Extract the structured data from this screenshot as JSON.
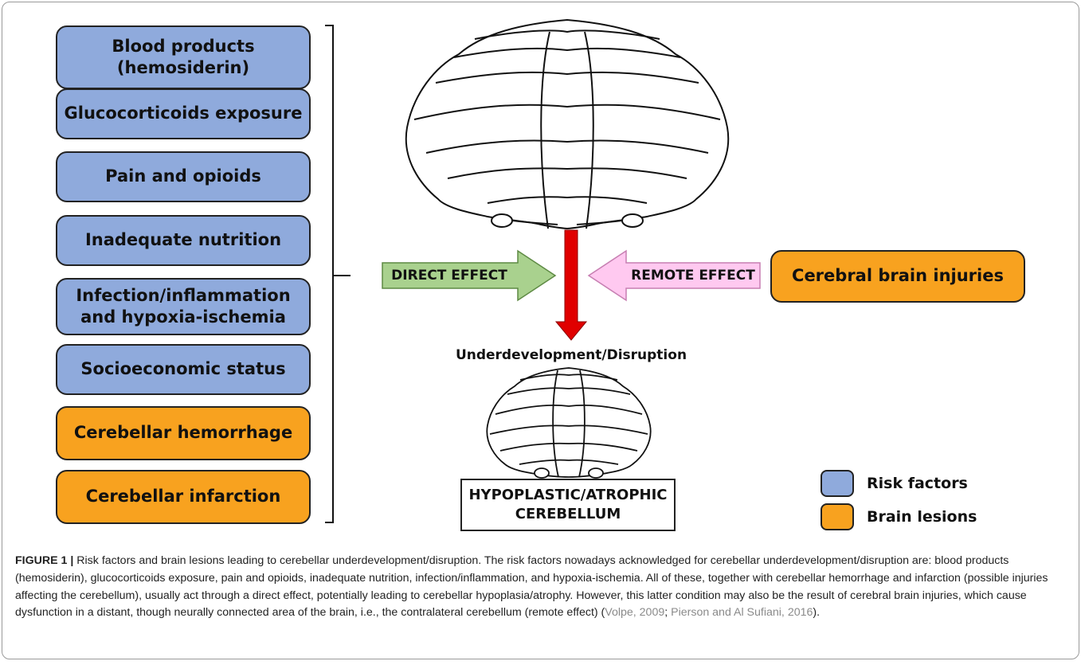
{
  "risk_factors": [
    "Blood products (hemosiderin)",
    "Glucocorticoids exposure",
    "Pain and opioids",
    "Inadequate nutrition",
    "Infection/inflammation and hypoxia-ischemia",
    "Socioeconomic status"
  ],
  "brain_lesions": [
    "Cerebellar hemorrhage",
    "Cerebellar infarction"
  ],
  "arrows": {
    "direct": "DIRECT EFFECT",
    "remote": "REMOTE EFFECT"
  },
  "remote_source": "Cerebral brain injuries",
  "outcome": {
    "label": "Underdevelopment/Disruption",
    "line1": "HYPOPLASTIC/ATROPHIC",
    "line2": "CEREBELLUM"
  },
  "legend": {
    "risk": "Risk factors",
    "lesion": "Brain lesions"
  },
  "colors": {
    "risk": "#8faadc",
    "lesion": "#f8a21f",
    "direct_arrow": "#a9d18e",
    "remote_arrow": "#ffc9f0",
    "central_arrow": "#e00000"
  },
  "caption": {
    "label": "FIGURE 1 |",
    "text": " Risk factors and brain lesions leading to cerebellar underdevelopment/disruption. The risk factors nowadays acknowledged for cerebellar underdevelopment/disruption are: blood products (hemosiderin), glucocorticoids exposure, pain and opioids, inadequate nutrition, infection/inflammation, and hypoxia-ischemia. All of these, together with cerebellar hemorrhage and infarction (possible injuries affecting the cerebellum), usually act through a direct effect, potentially leading to cerebellar hypoplasia/atrophy. However, this latter condition may also be the result of cerebral brain injuries, which cause dysfunction in a distant, though neurally connected area of the brain, i.e., the contralateral cerebellum (remote effect) (",
    "ref1": "Volpe, 2009",
    "sep": "; ",
    "ref2": "Pierson and Al Sufiani, 2016",
    "end": ")."
  }
}
